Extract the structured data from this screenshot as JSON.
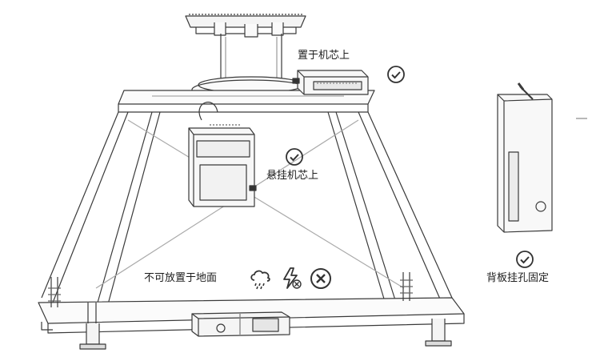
{
  "labels": {
    "on_top": "置于机芯上",
    "hanging": "悬挂机芯上",
    "back_mount": "背板挂孔固定",
    "floor_forbidden": "不可放置于地面"
  },
  "icons": {
    "ok_color": "#333333",
    "forbidden_icons": [
      "rain-cloud-icon",
      "lightning-icon",
      "forbidden-icon"
    ]
  }
}
